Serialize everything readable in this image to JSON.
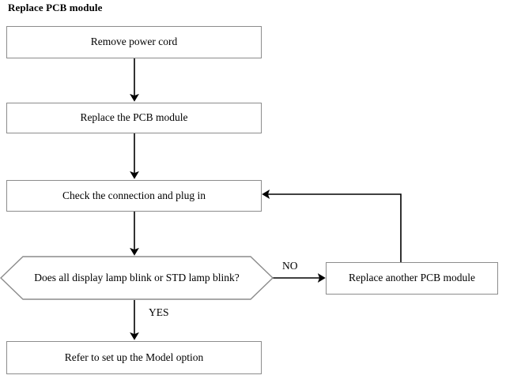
{
  "diagram": {
    "title": "Replace PCB module",
    "type": "flowchart",
    "nodes": [
      {
        "id": "remove-power-cord",
        "shape": "process",
        "label": "Remove power cord"
      },
      {
        "id": "replace-pcb-module",
        "shape": "process",
        "label": "Replace the PCB module"
      },
      {
        "id": "check-connection",
        "shape": "process",
        "label": "Check the connection and plug in"
      },
      {
        "id": "lamp-blink-decision",
        "shape": "hexagon",
        "label": "Does all display lamp blink or STD lamp blink?"
      },
      {
        "id": "replace-another-pcb",
        "shape": "process",
        "label": "Replace another PCB module"
      },
      {
        "id": "refer-model-option",
        "shape": "process",
        "label": "Refer to set up the Model option"
      }
    ],
    "edges": [
      {
        "from": "remove-power-cord",
        "to": "replace-pcb-module",
        "label": ""
      },
      {
        "from": "replace-pcb-module",
        "to": "check-connection",
        "label": ""
      },
      {
        "from": "check-connection",
        "to": "lamp-blink-decision",
        "label": ""
      },
      {
        "from": "lamp-blink-decision",
        "to": "replace-another-pcb",
        "label": "NO"
      },
      {
        "from": "lamp-blink-decision",
        "to": "refer-model-option",
        "label": "YES"
      },
      {
        "from": "replace-another-pcb",
        "to": "check-connection",
        "label": ""
      }
    ],
    "labels": {
      "no": "NO",
      "yes": "YES"
    },
    "colors": {
      "background": "#ffffff",
      "box_border": "#8c8c8c",
      "connector": "#000000",
      "text": "#000000"
    }
  }
}
